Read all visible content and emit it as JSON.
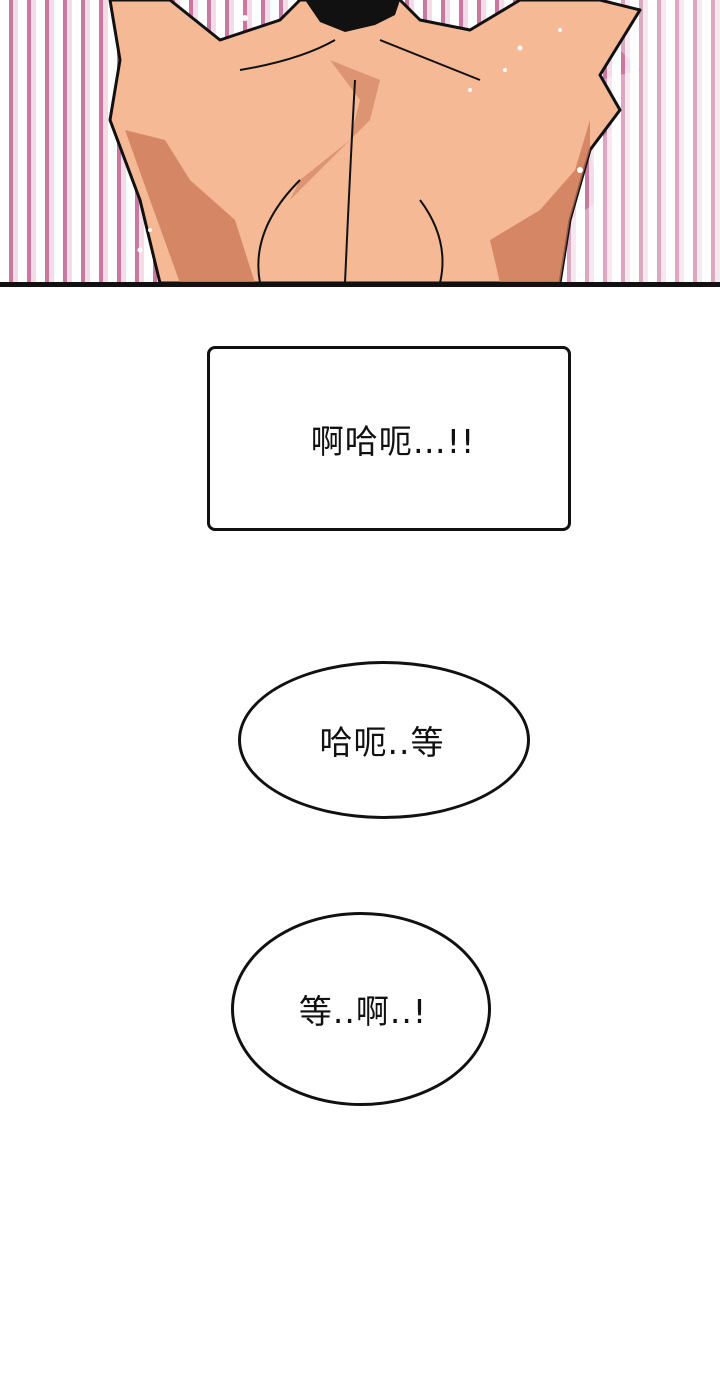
{
  "panel": {
    "background_colors": {
      "stripe": "#c9789f",
      "stripe_light": "#f3dbe7",
      "skin": "#f5b995",
      "shadow": "#c97755",
      "hair": "#111111"
    }
  },
  "bubbles": {
    "box_text": "啊哈呃…!!",
    "oval_1_text": "哈呃..等",
    "oval_2_text": "等..啊..!"
  }
}
